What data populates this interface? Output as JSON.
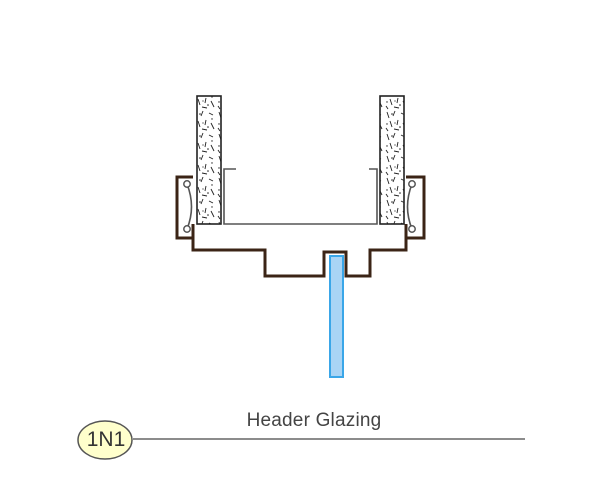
{
  "caption": {
    "title": "Header Glazing",
    "detail_number": "1N1"
  },
  "colors": {
    "frame": "#3b2416",
    "glass_fill": "#a9d4f5",
    "glass_stroke": "#3aa6e8",
    "drywall_outline": "#222222",
    "tag_fill": "#ffffcc",
    "caption_line": "#666666",
    "stud": "#555555"
  },
  "components": {
    "left_wall_board": "drywall",
    "right_wall_board": "drywall",
    "steel_stud": "c-stud",
    "frame": "header-frame",
    "glass": "glass-pane"
  }
}
